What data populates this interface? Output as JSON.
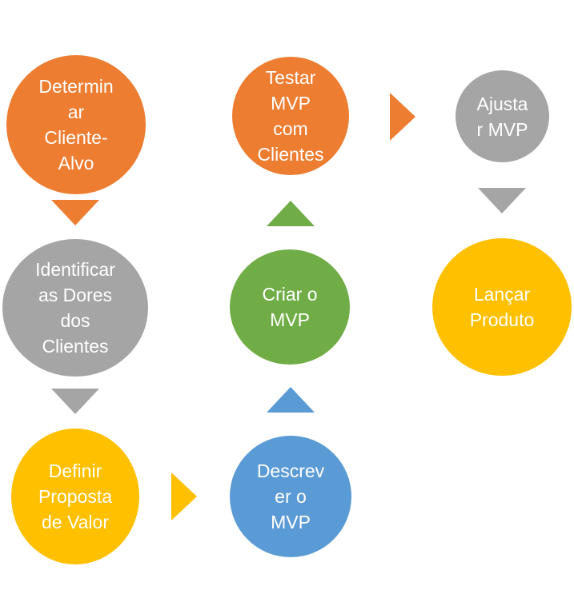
{
  "colors": {
    "orange": "#ED7D31",
    "gray": "#A5A5A5",
    "yellow": "#FFC000",
    "blue": "#5B9BD5",
    "green": "#70AD47"
  },
  "steps": {
    "determinar_cliente_alvo": "Determin\nar\nCliente-\nAlvo",
    "identificar_dores": "Identificar\nas Dores\ndos\nClientes",
    "definir_proposta": "Definir\nProposta\nde Valor",
    "descrever_mvp": "Descrev\ner o\nMVP",
    "criar_mvp": "Criar o\nMVP",
    "testar_mvp": "Testar\nMVP\ncom\nClientes",
    "ajustar_mvp": "Ajusta\nr MVP",
    "lancar_produto": "Lançar\nProduto"
  }
}
